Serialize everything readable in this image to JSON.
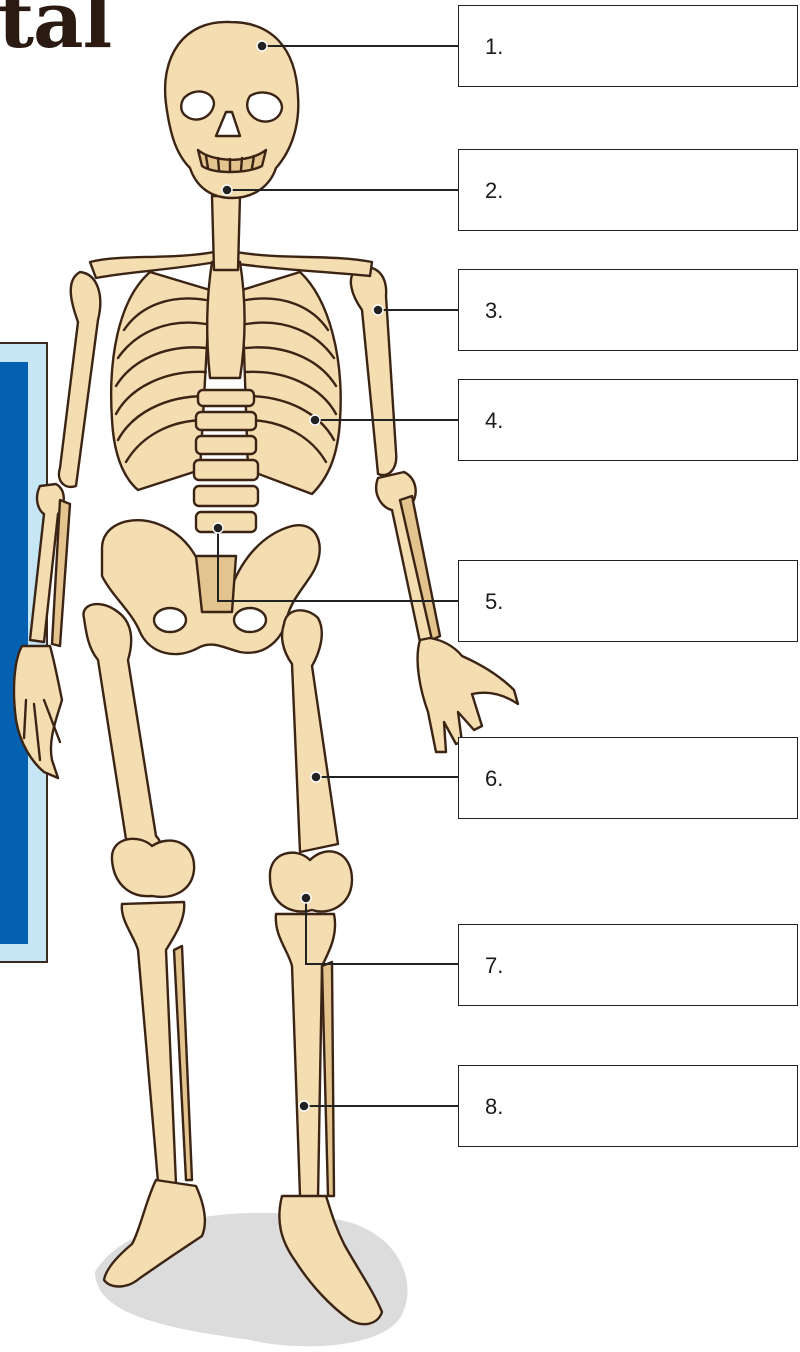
{
  "title": "tal",
  "label_boxes": [
    {
      "number": "1."
    },
    {
      "number": "2."
    },
    {
      "number": "3."
    },
    {
      "number": "4."
    },
    {
      "number": "5."
    },
    {
      "number": "6."
    },
    {
      "number": "7."
    },
    {
      "number": "8."
    }
  ],
  "colors": {
    "bone": "#f3ddb1",
    "bone_shade": "#e3c48f",
    "bone_outline": "#3b2414",
    "panel_light": "#c6e6f6",
    "panel_dark": "#0461b1",
    "shadow": "#dcdcdc",
    "leader_line": "#222222"
  }
}
